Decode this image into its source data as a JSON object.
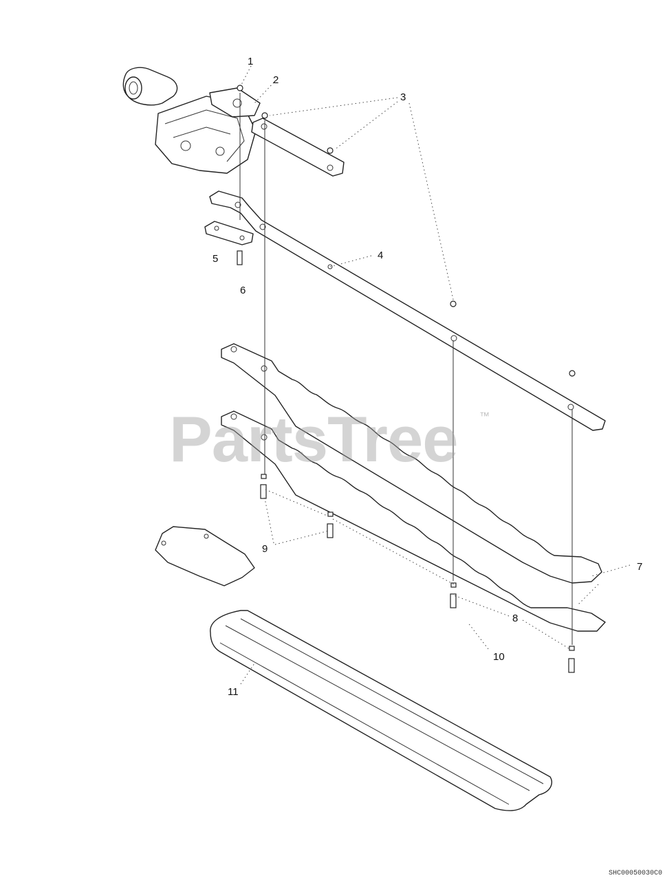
{
  "callouts": [
    {
      "id": "1",
      "label": "1"
    },
    {
      "id": "2",
      "label": "2"
    },
    {
      "id": "3",
      "label": "3"
    },
    {
      "id": "4",
      "label": "4"
    },
    {
      "id": "5",
      "label": "5"
    },
    {
      "id": "6",
      "label": "6"
    },
    {
      "id": "7",
      "label": "7"
    },
    {
      "id": "8",
      "label": "8"
    },
    {
      "id": "9",
      "label": "9"
    },
    {
      "id": "10",
      "label": "10"
    },
    {
      "id": "11",
      "label": "11"
    }
  ],
  "watermark": {
    "text": "PartsTree",
    "trademark": "™"
  },
  "drawing_code": "SHC00050030C0",
  "colors": {
    "line": "#222222",
    "watermark": "#a0a0a0",
    "background": "#ffffff"
  }
}
